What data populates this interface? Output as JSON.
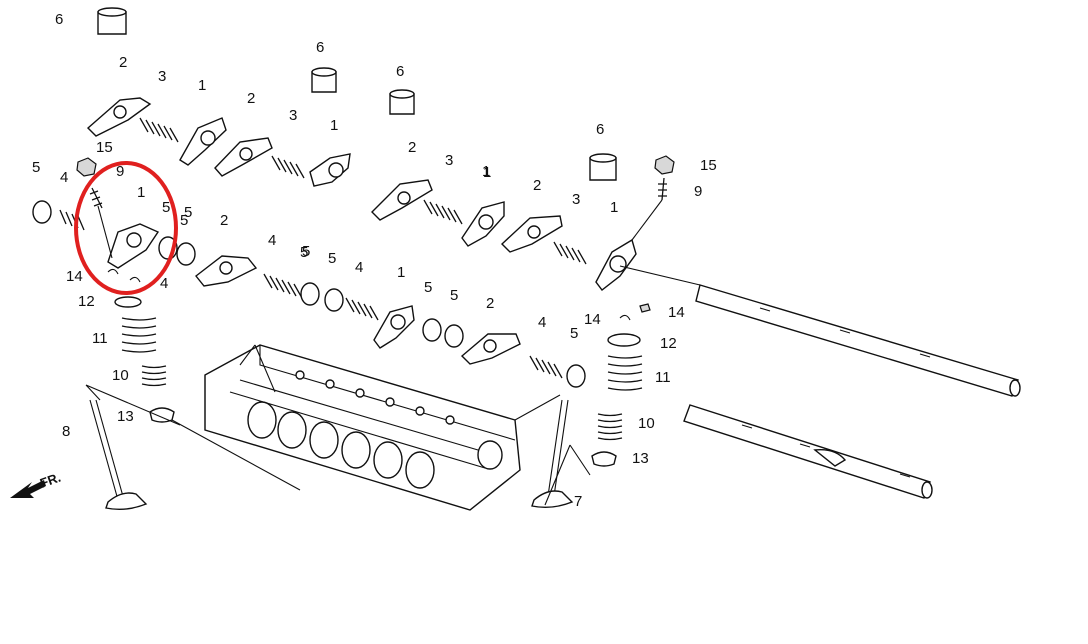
{
  "diagram": {
    "front_marker": "FR.",
    "highlight_color": "#e0201f",
    "line_color": "#111111",
    "callouts": [
      "1",
      "1",
      "1",
      "1",
      "1",
      "1",
      "1",
      "2",
      "2",
      "2",
      "2",
      "2",
      "2",
      "3",
      "3",
      "3",
      "3",
      "4",
      "4",
      "4",
      "4",
      "4",
      "5",
      "5",
      "5",
      "5",
      "5",
      "5",
      "5",
      "5",
      "5",
      "5",
      "6",
      "6",
      "6",
      "6",
      "7",
      "8",
      "9",
      "9",
      "10",
      "10",
      "11",
      "11",
      "12",
      "12",
      "13",
      "13",
      "14",
      "14",
      "14",
      "15",
      "15"
    ]
  }
}
